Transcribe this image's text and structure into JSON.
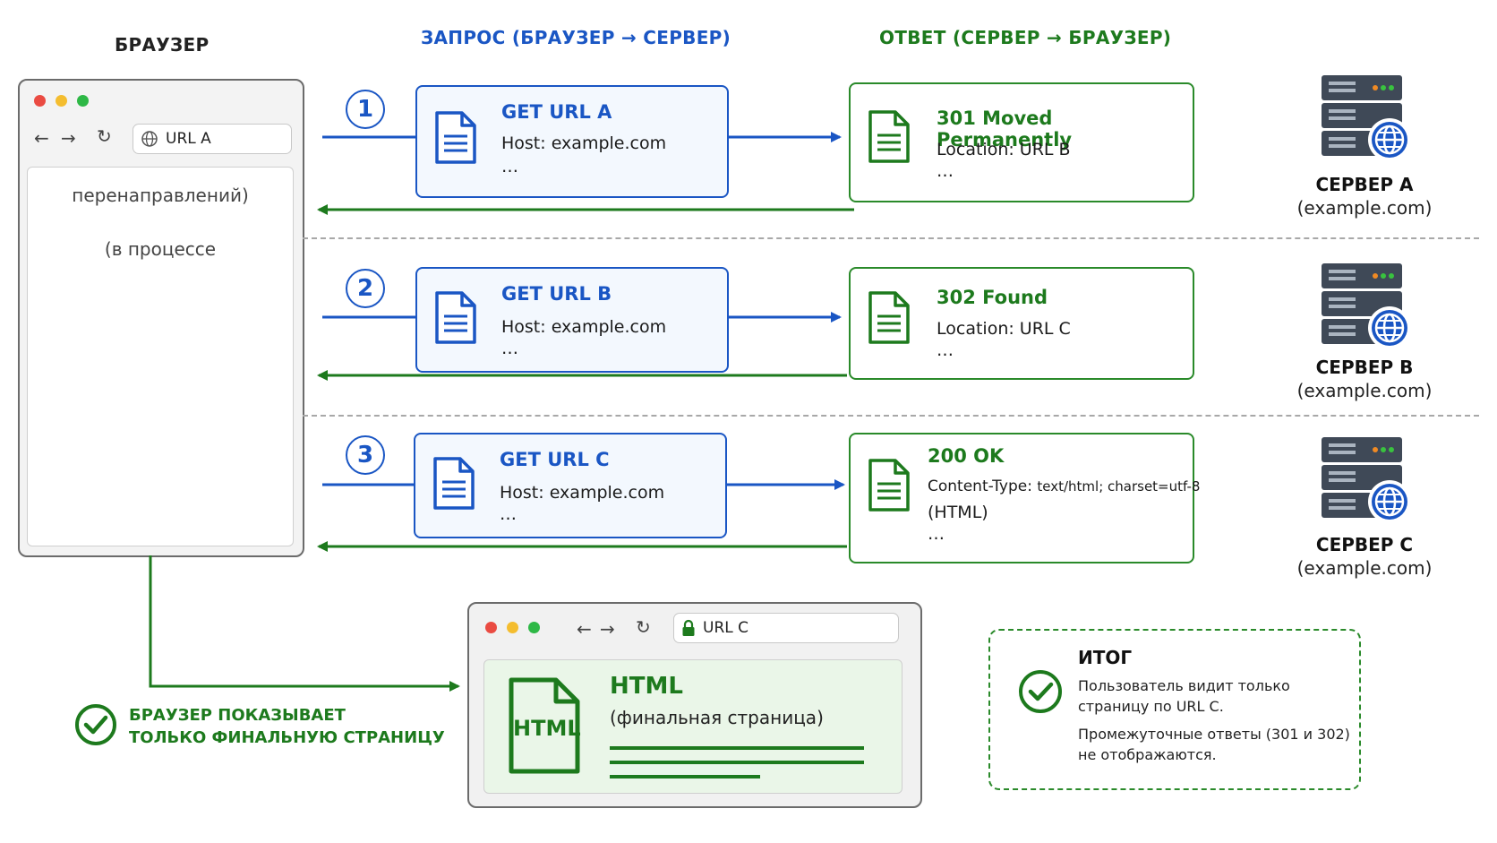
{
  "headers": {
    "browser": "БРАУЗЕР",
    "request": "ЗАПРОС (БРАУЗЕР → СЕРВЕР)",
    "response": "ОТВЕТ (СЕРВЕР → БРАУЗЕР)"
  },
  "browser": {
    "url": "URL A",
    "status": "(в процессе\nперенаправлений)",
    "status_line1": "(в процессе",
    "status_line2": "перенаправлений)"
  },
  "steps": [
    {
      "number": "1",
      "request": {
        "title": "GET URL A",
        "host": "Host: example.com",
        "more": "…"
      },
      "response": {
        "title": "301 Moved Permanently",
        "line1": "Location: URL B",
        "more": "…"
      },
      "server": {
        "name": "СЕРВЕР A",
        "host": "(example.com)"
      }
    },
    {
      "number": "2",
      "request": {
        "title": "GET URL B",
        "host": "Host: example.com",
        "more": "…"
      },
      "response": {
        "title": "302 Found",
        "line1": "Location: URL C",
        "more": "…"
      },
      "server": {
        "name": "СЕРВЕР B",
        "host": "(example.com)"
      }
    },
    {
      "number": "3",
      "request": {
        "title": "GET URL C",
        "host": "Host: example.com",
        "more": "…"
      },
      "response": {
        "title": "200 OK",
        "line1_label": "Content-Type:",
        "line1_value": "text/html; charset=utf-8",
        "line2": "(HTML)",
        "more": "…"
      },
      "server": {
        "name": "СЕРВЕР C",
        "host": "(example.com)"
      }
    }
  ],
  "final_browser": {
    "url": "URL C",
    "icon_text": "HTML",
    "title": "HTML",
    "subtitle": "(финальная страница)"
  },
  "final_note": {
    "line1": "БРАУЗЕР ПОКАЗЫВАЕТ",
    "line2": "ТОЛЬКО ФИНАЛЬНУЮ СТРАНИЦУ"
  },
  "summary": {
    "title": "ИТОГ",
    "p1_line1": "Пользователь видит только",
    "p1_line2": "страницу по URL C.",
    "p2_line1": "Промежуточные ответы (301 и 302)",
    "p2_line2": "не отображаются."
  },
  "colors": {
    "request_blue": "#1a56c4",
    "response_green": "#2a8a2a",
    "dashed_divider": "#a8a8a8"
  },
  "icons": [
    "globe-icon",
    "lock-icon",
    "document-icon",
    "server-icon",
    "check-circle-icon",
    "back-arrow-icon",
    "forward-arrow-icon",
    "reload-icon"
  ]
}
